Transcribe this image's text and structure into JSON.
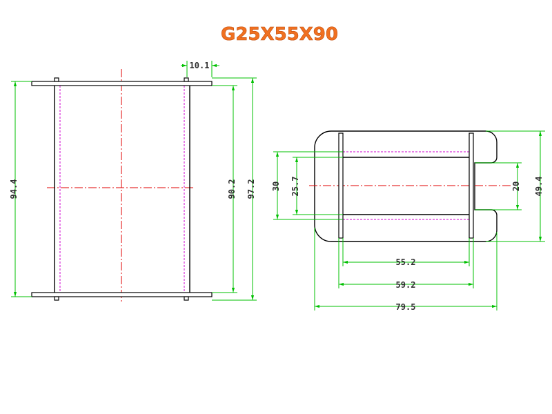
{
  "title": "G25X55X90",
  "dimensions": {
    "front_view": {
      "flange_thickness": "10.1",
      "total_height": "94.4",
      "inner_height": "90.2",
      "outer_height": "97.2"
    },
    "side_view": {
      "outer_width": "30",
      "inner_width": "25.7",
      "slot_width": "20",
      "total_height": "49.4",
      "inner_length": "55.2",
      "flange_length": "59.2",
      "total_length": "79.5"
    }
  },
  "colors": {
    "title": "#f07020",
    "dimension_lines": "#00c000",
    "center_lines": "#e00000",
    "hidden_lines": "#d000d0",
    "outline": "#000000"
  }
}
